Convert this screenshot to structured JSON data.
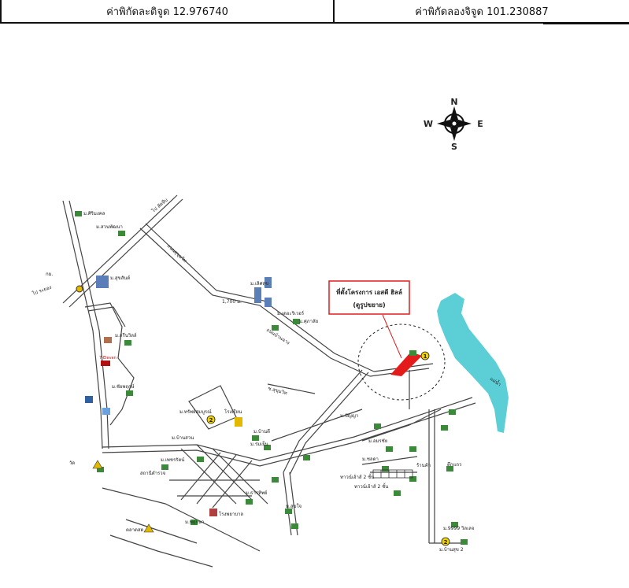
{
  "header": {
    "latitude_label": "ค่าพิกัดละติจูด",
    "latitude_value": "12.976740",
    "longitude_label": "ค่าพิกัดลองจิจูด",
    "longitude_value": "101.230887"
  },
  "compass": {
    "north": "N",
    "south": "S",
    "east": "E",
    "west": "W"
  },
  "project_callout": {
    "line1": "ที่ตั้งโครงการ เอสดี ฮิลล์",
    "line2": "(ดูรูปขยาย)"
  },
  "markers": {
    "project": "1",
    "alt_1": "2",
    "alt_2": "2"
  },
  "labels": {
    "to_rayong": "ไป ระยอง",
    "to_chonburi": "ไป สัตหีบ",
    "distance_1700": "1,700 ม.",
    "kgm": "กม.",
    "road_main": "ถนนสุขุมวิท",
    "road_branch": "ถนนบ้านฉาง",
    "road_soi": "ซ.สุขุมวิท",
    "village_1": "ม.ศิริมงคล",
    "village_2": "ม.สวนพัฒนา",
    "village_3": "ม.สุขสันต์",
    "village_4": "ม.เลิศสุข",
    "village_5": "ม.เดอะริเวอร์",
    "village_6": "ม.ศุภาลัย",
    "village_7": "ม.กรีนวิลล์",
    "village_8": "ม.ชัยพฤกษ์",
    "village_9": "ม.ทรัพย์สมบูรณ์",
    "village_10": "ม.บ้านดี",
    "village_11": "ม.ร่มเย็น",
    "village_12": "ม.บ้านสวน",
    "village_13": "ม.เพชรรัตน์",
    "village_14": "ม.ธารทิพย์",
    "village_15": "ม.สุขใจ",
    "village_16": "ม.พฤกษา",
    "village_17": "ม.ปัญญา",
    "village_18": "ม.อมรชัย",
    "village_19": "ม.ชลดา",
    "village_20": "ม.9999 วิลเลจ",
    "village_21": "ม.บ้านสุข 2",
    "market": "ตลาดสด",
    "hospital": "โรงพยาบาล",
    "school": "โรงเรียน",
    "temple": "วัด",
    "police": "สถานีตำรวจ",
    "shop": "ร้านค้า",
    "townhouse_1": "ทาวน์เฮ้าส์ 2 ชั้น",
    "townhouse_2": "ทาวน์เฮ้าส์ 2 ชั้น",
    "shophouse": "ตึกแถว",
    "seven_eleven": "7-Eleven",
    "river": "แม่น้ำ"
  },
  "colors": {
    "river": "#5ccfd6",
    "project": "#e31b1b",
    "callout_border": "#e31b1b",
    "road": "#444444",
    "building": "#3a8a3a"
  }
}
